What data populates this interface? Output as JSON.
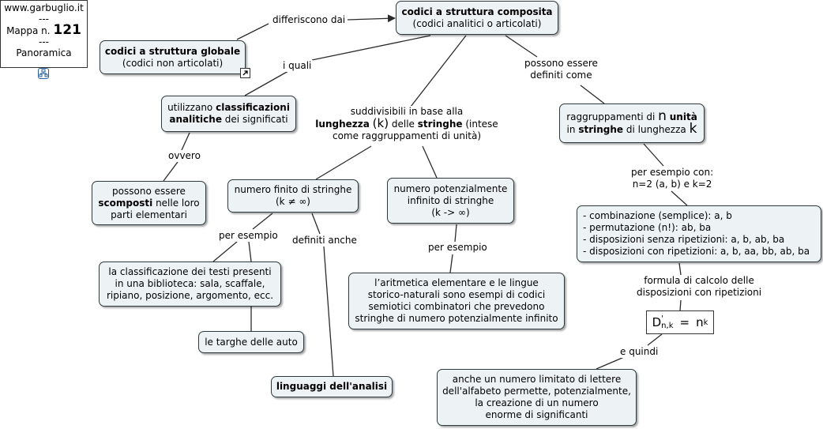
{
  "info": {
    "site": "www.garbuglio.it",
    "sep": "---",
    "map_prefix": "Mappa n.",
    "map_number": "121",
    "view": "Panoramica"
  },
  "nodes": {
    "composite_title": "codici a struttura composita",
    "composite_sub": "(codici analitici o articolati)",
    "global_title": "codici a struttura globale",
    "global_sub": "(codici non articolati)",
    "classif_pre": "utilizzano",
    "classif_bold": "classificazioni analitiche",
    "classif_post": "dei significati",
    "scomp_pre": "possono essere",
    "scomp_bold": "scomposti",
    "scomp_post": "nelle loro parti elementari",
    "finite_l1": "numero finito di stringhe",
    "finite_l2": "(k ≠ ∞)",
    "infinite_l1": "numero potenzialmente",
    "infinite_l2": "infinito di stringhe",
    "infinite_l3": "(k -> ∞)",
    "raggr_pre": "raggruppamenti di",
    "raggr_n": "n",
    "raggr_unita": "unità",
    "raggr_in": "in",
    "raggr_stringhe": "stringhe",
    "raggr_di": "di lunghezza",
    "raggr_k": "k",
    "library_l1": "la classificazione dei testi presenti",
    "library_l2": "in una biblioteca: sala, scaffale,",
    "library_l3": "ripiano, posizione, argomento, ecc.",
    "targhe": "le targhe delle auto",
    "linguaggi": "linguaggi dell'analisi",
    "aritm_l1": "l’aritmetica elementare e le lingue",
    "aritm_l2": "storico-naturali sono esempi di codici",
    "aritm_l3": "semiotici combinatori che prevedono",
    "aritm_l4": "stringhe di numero potenzialmente infinito",
    "combo_l1": "- combinazione (semplice): a, b",
    "combo_l2": "- permutazione (n!): ab, ba",
    "combo_l3": "- disposizioni senza ripetizioni: a, b, ab, ba",
    "combo_l4": "- disposizioni con ripetizioni: a, b, aa, bb, ab, ba",
    "formula_D": "D",
    "formula_sup": "'",
    "formula_sub": "n,k",
    "formula_eq": "=",
    "formula_n": "n",
    "formula_exp": "k",
    "anche_l1": "anche un numero limitato di lettere",
    "anche_l2": "dell'alfabeto permette, potenzialmente,",
    "anche_l3": "la creazione di un numero",
    "anche_l4": "enorme di significanti"
  },
  "labels": {
    "differiscono": "differiscono dai",
    "iquali": "i quali",
    "ovvero": "ovvero",
    "suddiv_l1": "suddivisibili in base alla",
    "suddiv_lung": "lunghezza",
    "suddiv_k": "(k)",
    "suddiv_delle": "delle",
    "suddiv_str": "stringhe",
    "suddiv_intese": "(intese",
    "suddiv_l3": "come raggruppamenti di unità)",
    "possono_l1": "possono essere",
    "possono_l2": "definiti come",
    "peres1": "per esempio",
    "definiti": "definiti anche",
    "peres2": "per esempio",
    "peres_con_l1": "per esempio con:",
    "peres_con_l2": "n=2 (a, b) e k=2",
    "formula_l1": "formula di calcolo delle",
    "formula_l2": "disposizioni con ripetizioni",
    "equindi": "e quindi"
  },
  "colors": {
    "node_fill": "#edf3f5",
    "node_border": "#2f3a3e",
    "line": "#2b2b2b"
  }
}
